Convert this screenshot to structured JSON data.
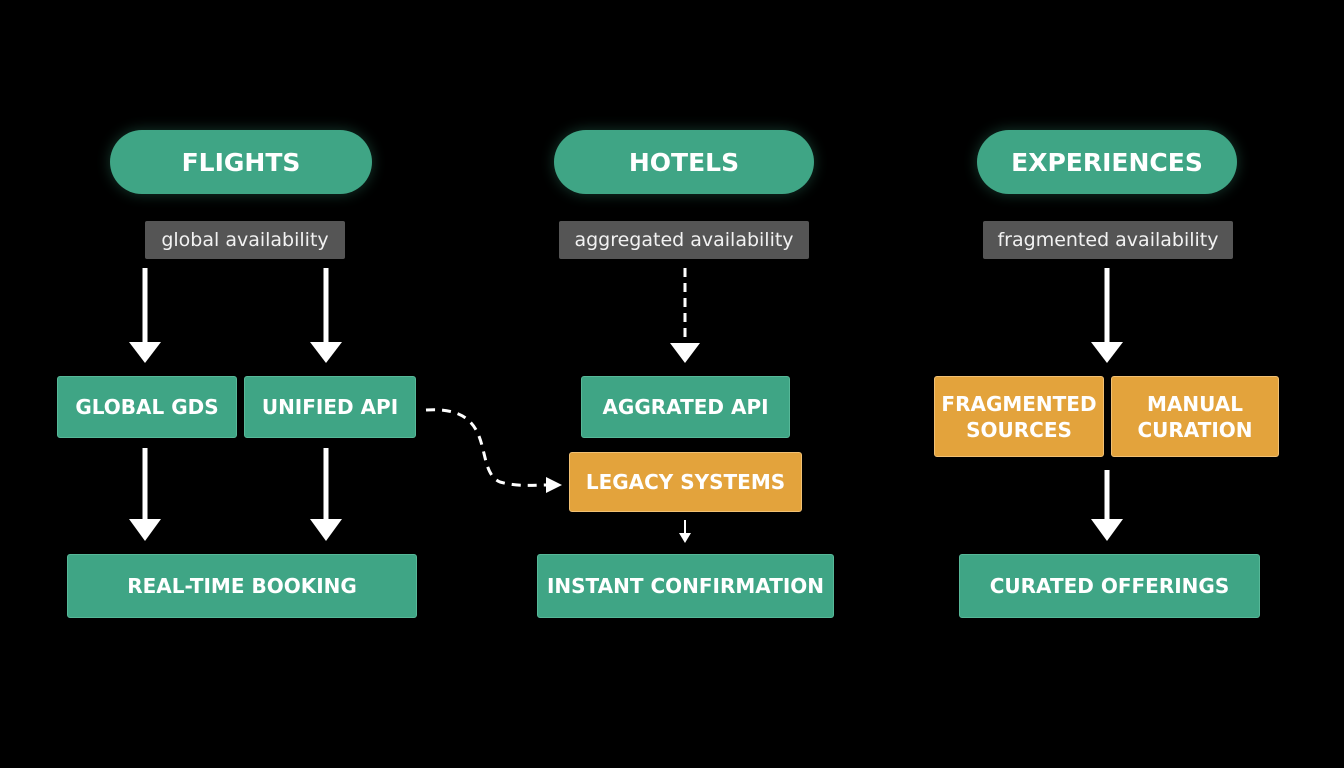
{
  "columns": {
    "flights": {
      "header": "FLIGHTS",
      "tag": "global availability",
      "node_a": "GLOBAL GDS",
      "node_b": "UNIFIED API",
      "output": "REAL-TIME BOOKING"
    },
    "hotels": {
      "header": "HOTELS",
      "tag": "aggregated availability",
      "node_a": "AGGRATED API",
      "node_b": "LEGACY SYSTEMS",
      "output": "INSTANT CONFIRMATION"
    },
    "experiences": {
      "header": "EXPERIENCES",
      "tag": "fragmented availability",
      "node_a_line1": "FRAGMENTED",
      "node_a_line2": "SOURCES",
      "node_b_line1": "MANUAL",
      "node_b_line2": "CURATION",
      "output": "CURATED OFFERINGS"
    }
  },
  "colors": {
    "green": "#3fa585",
    "orange": "#e3a33c",
    "tag_gray": "#555555",
    "background": "#000000",
    "arrow": "#ffffff"
  }
}
